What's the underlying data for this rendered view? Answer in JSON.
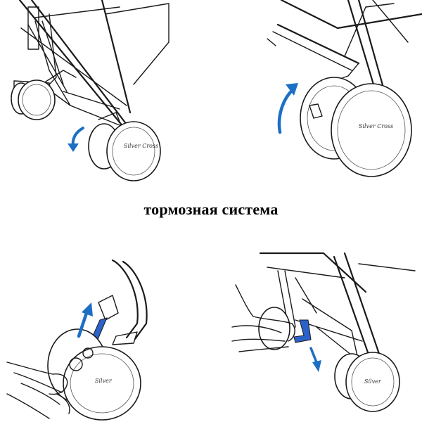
{
  "caption": "тормозная система",
  "colors": {
    "arrow": "#1d6fc4",
    "brake_highlight": "#2a62c9",
    "line": "#1a1a1a"
  },
  "panels": [
    {
      "id": "p1",
      "arrow": "down"
    },
    {
      "id": "p2",
      "arrow": "up"
    },
    {
      "id": "p3",
      "arrow": "up"
    },
    {
      "id": "p4",
      "arrow": "down"
    }
  ]
}
